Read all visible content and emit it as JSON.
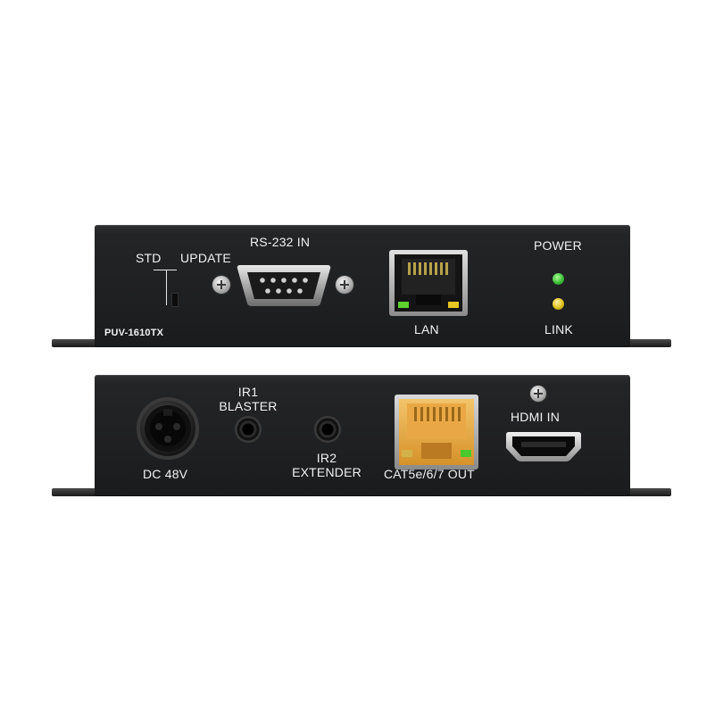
{
  "top_panel": {
    "model_label": "PUV-1610TX",
    "switch_left_label": "STD",
    "switch_right_label": "UPDATE",
    "rs232_label": "RS-232 IN",
    "lan_label": "LAN",
    "power_label": "POWER",
    "link_label": "LINK"
  },
  "bottom_panel": {
    "dc_label": "DC 48V",
    "ir1_label_line1": "IR1",
    "ir1_label_line2": "BLASTER",
    "ir2_label_line1": "IR2",
    "ir2_label_line2": "EXTENDER",
    "cat_label": "CAT5e/6/7 OUT",
    "hdmi_label": "HDMI IN"
  },
  "colors": {
    "chassis": "#1f2022",
    "label": "#f2f2f2",
    "power_led": "#3fbf3a",
    "link_led": "#e0c21e",
    "cat_port": "#e3a93a"
  }
}
